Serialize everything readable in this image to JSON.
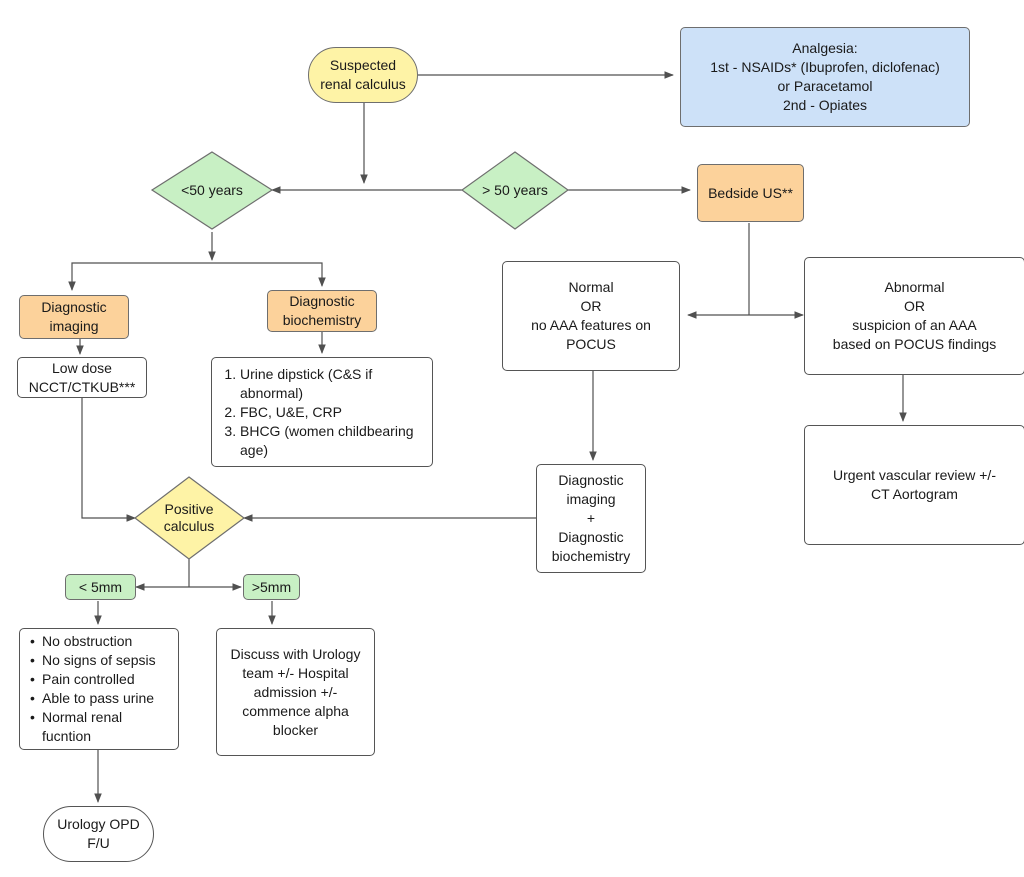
{
  "nodes": {
    "suspected": "Suspected\nrenal calculus",
    "analgesia": "Analgesia:\n1st - NSAIDs* (Ibuprofen, diclofenac)\nor Paracetamol\n2nd - Opiates",
    "under50": "<50 years",
    "over50": "> 50 years",
    "bedside_us": "Bedside US**",
    "diag_imaging": "Diagnostic\nimaging",
    "diag_biochem": "Diagnostic\nbiochemistry",
    "low_dose": "Low dose\nNCCT/CTKUB***",
    "biochem_list": [
      "Urine dipstick (C&S if abnormal)",
      "FBC, U&E, CRP",
      "BHCG (women childbearing age)"
    ],
    "normal": "Normal\nOR\nno AAA features on\nPOCUS",
    "abnormal": "Abnormal\nOR\nsuspicion of an AAA\nbased on POCUS findings",
    "urgent": "Urgent vascular review +/-\nCT Aortogram",
    "diag_combo": "Diagnostic\nimaging\n+\nDiagnostic\nbiochemistry",
    "positive": "Positive\ncalculus",
    "lt5": "< 5mm",
    "gt5": ">5mm",
    "criteria": [
      "No obstruction",
      "No signs of sepsis",
      "Pain controlled",
      "Able to pass urine",
      "Normal renal fucntion"
    ],
    "discuss": "Discuss with Urology\nteam +/- Hospital\nadmission +/-\ncommence alpha\nblocker",
    "opd": "Urology OPD\nF/U"
  },
  "colors": {
    "start_decision": "#fef3a6",
    "treatment": "#cde1f8",
    "investigation": "#fcd29b",
    "branch": "#c8f0c4",
    "line": "#505050"
  }
}
